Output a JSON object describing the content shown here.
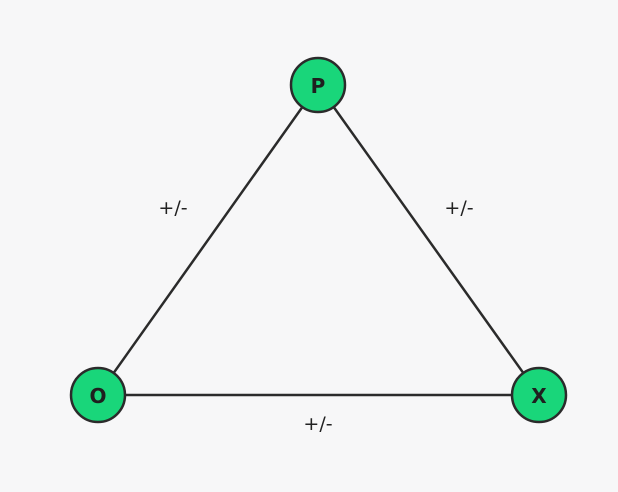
{
  "colors": {
    "node_fill": "#19d67a",
    "line": "#2b2b2b",
    "background": "#f7f7f8"
  },
  "nodes": {
    "p": {
      "label": "P"
    },
    "o": {
      "label": "O"
    },
    "x": {
      "label": "X"
    }
  },
  "edges": {
    "o_p": {
      "label": "+/-"
    },
    "p_x": {
      "label": "+/-"
    },
    "o_x": {
      "label": "+/-"
    }
  }
}
